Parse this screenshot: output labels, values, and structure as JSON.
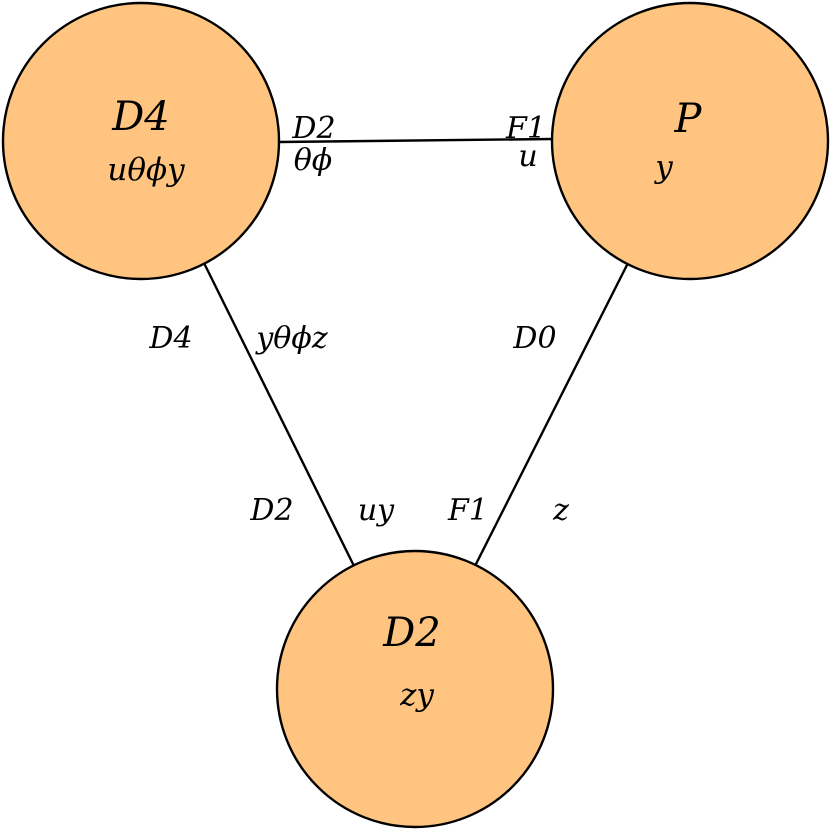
{
  "colors": {
    "node_fill": "#FFC580",
    "stroke": "#000000"
  },
  "nodes": {
    "left": {
      "name": "D4",
      "fields": "uθϕy"
    },
    "right": {
      "name": "P",
      "fields": "y"
    },
    "bottom": {
      "name": "D2",
      "fields": "zy"
    }
  },
  "edges": {
    "top": {
      "end_left_name": "D2",
      "end_left_vars": "θϕ",
      "end_right_name": "F1",
      "end_right_vars": "u"
    },
    "left": {
      "end_top_name": "D4",
      "end_top_vars": "yθϕz",
      "end_bottom_name": "D2",
      "end_bottom_vars": "uy"
    },
    "right": {
      "end_top_name": "D0",
      "end_bottom_name": "F1",
      "end_bottom_vars": "z"
    }
  }
}
